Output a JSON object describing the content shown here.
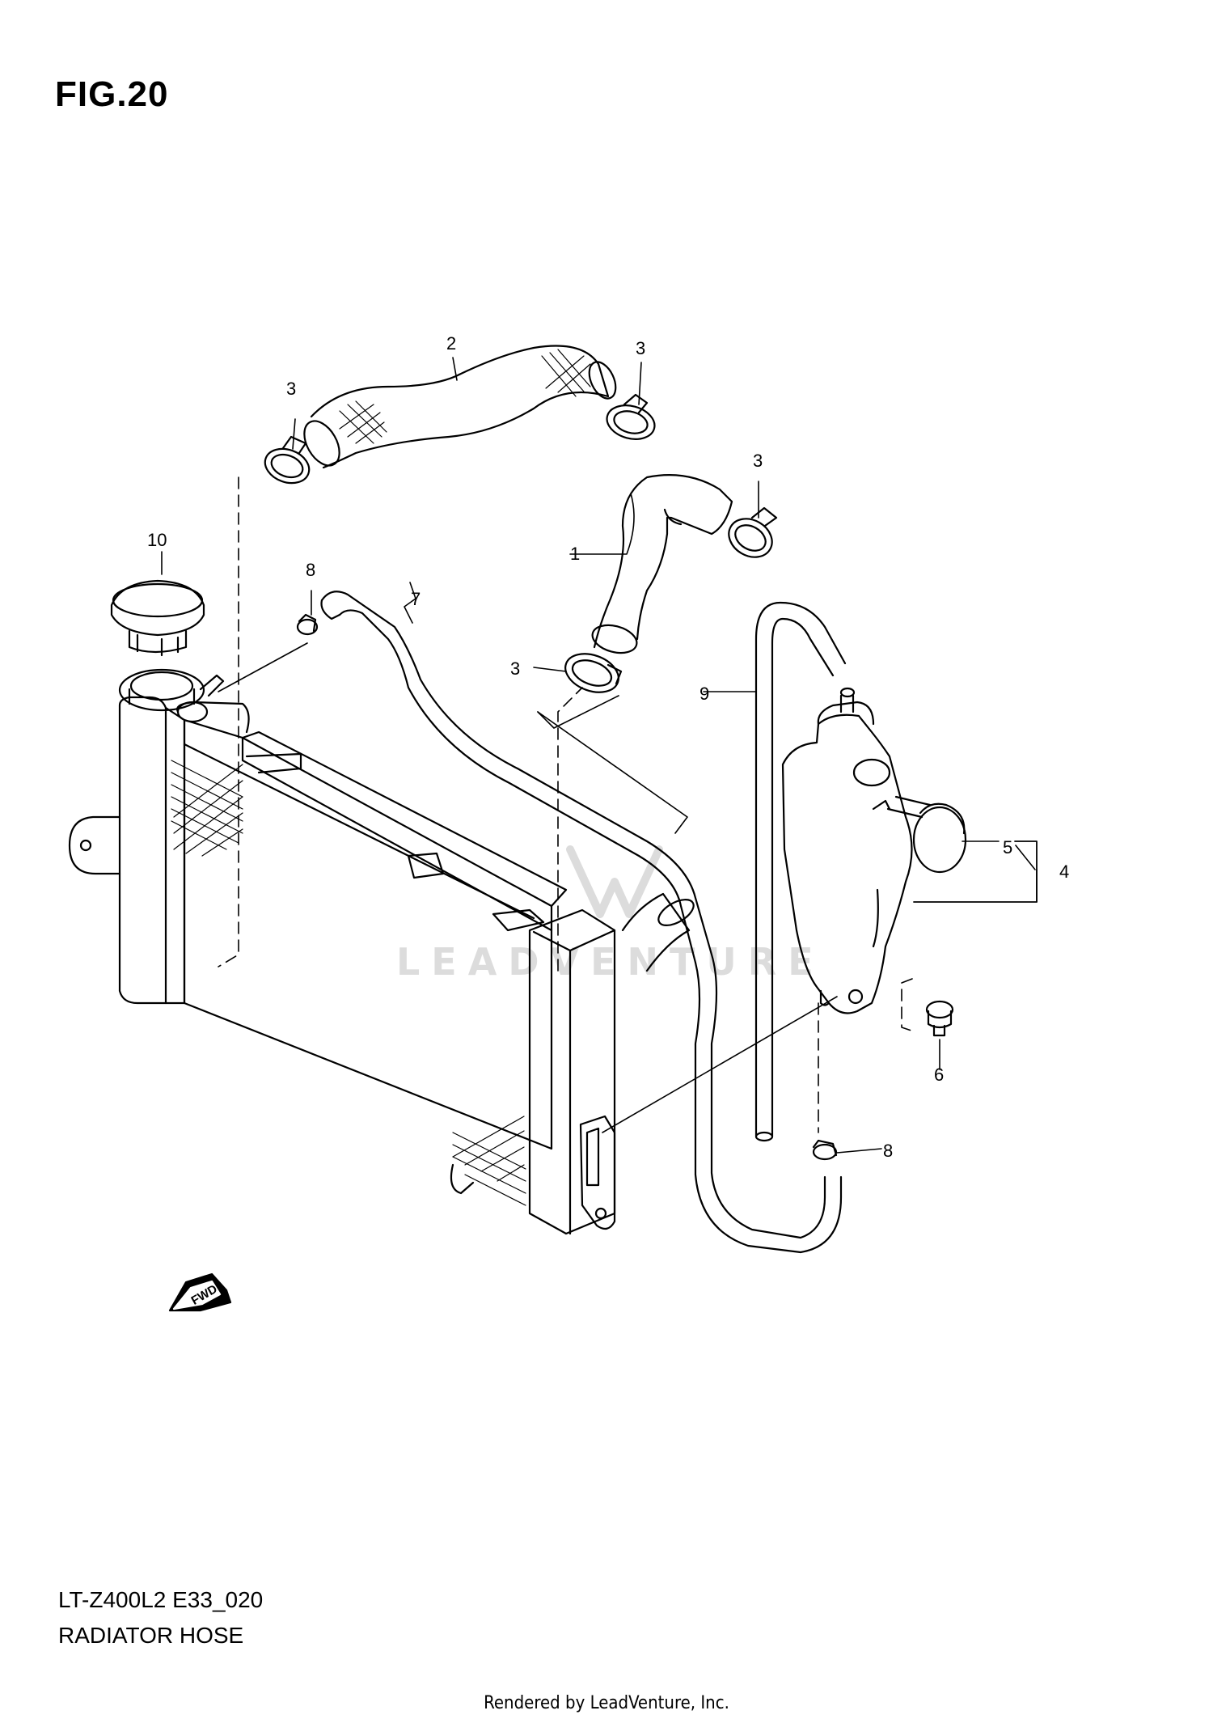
{
  "figure": {
    "title": "FIG.20",
    "model_code": "LT-Z400L2  E33_020",
    "section_name": "RADIATOR HOSE"
  },
  "callouts": [
    {
      "number": "1"
    },
    {
      "number": "2"
    },
    {
      "number": "3"
    },
    {
      "number": "3"
    },
    {
      "number": "3"
    },
    {
      "number": "3"
    },
    {
      "number": "4"
    },
    {
      "number": "5"
    },
    {
      "number": "6"
    },
    {
      "number": "7"
    },
    {
      "number": "8"
    },
    {
      "number": "8"
    },
    {
      "number": "9"
    },
    {
      "number": "10"
    }
  ],
  "direction_arrow": {
    "label": "FWD"
  },
  "watermark": {
    "text": "LEADVENTURE"
  },
  "footer": {
    "rendered_by": "Rendered by LeadVenture, Inc."
  }
}
